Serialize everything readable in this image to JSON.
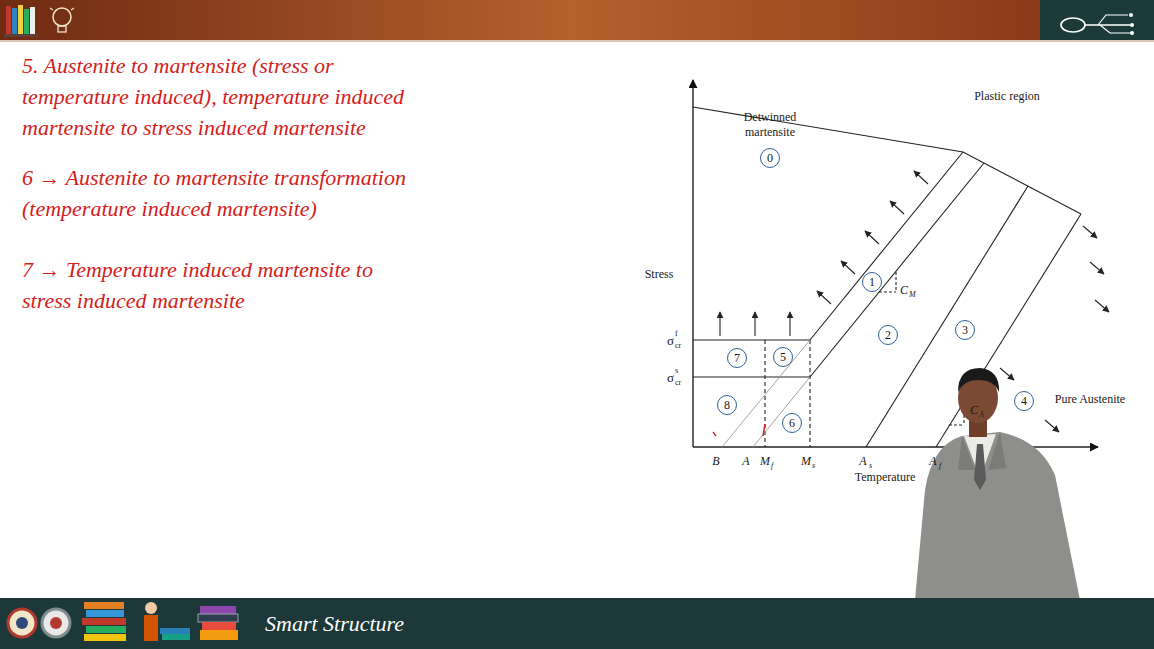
{
  "diagram": {
    "nodes": [
      {
        "text": [
          "0"
        ]
      },
      {
        "text": [
          "1"
        ]
      },
      {
        "text": [
          "2"
        ]
      },
      {
        "text": [
          "3"
        ]
      },
      {
        "text": [
          "4"
        ]
      },
      {
        "text": [
          "5"
        ]
      },
      {
        "text": [
          "6"
        ]
      },
      {
        "text": [
          "7"
        ]
      },
      {
        "text": [
          "8"
        ]
      }
    ],
    "labels": [
      "5. Austenite to martensite (stress or temperature induced), temperature induced martensite to stress induced martensite",
      "6 → Austenite to martensite transformation (temperature induced martensite)",
      "7 → Temperature induced martensite to stress induced martensite",
      "Plastic region",
      "Detwinned martensite",
      "Stress",
      "σ",
      "cr",
      "f",
      "σ",
      "cr",
      "s",
      "C",
      "M",
      "C",
      "A",
      "Pure Austenite",
      "B",
      "A",
      "M",
      "f",
      "M",
      "s",
      "A",
      "s",
      "A",
      "f",
      "Temperature",
      "Smart Structure"
    ]
  }
}
